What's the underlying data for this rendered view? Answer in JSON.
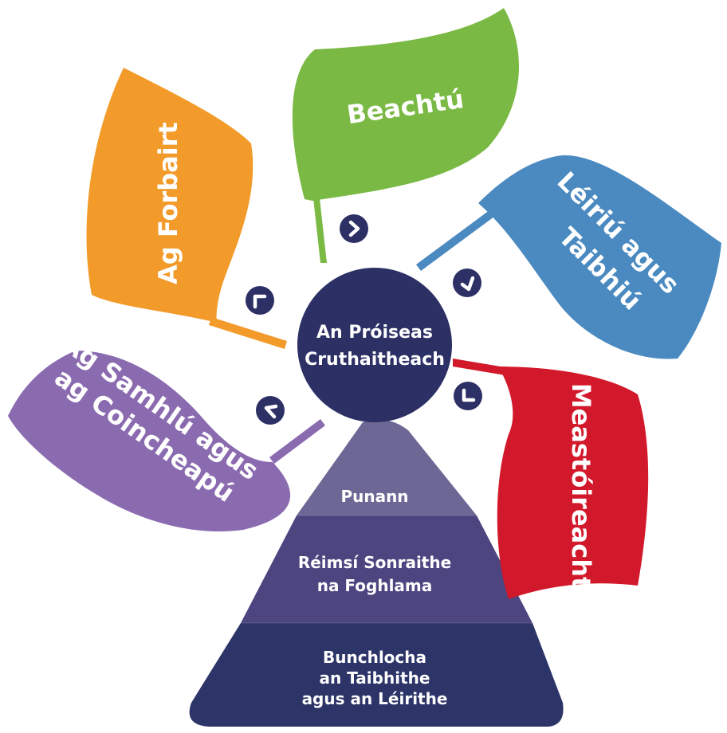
{
  "center": {
    "line1": "An Próiseas",
    "line2": "Cruthaitheach",
    "color": "#2c3065"
  },
  "petals": [
    {
      "id": "beachtu",
      "lines": [
        "Beachtú"
      ],
      "color": "#7ab944"
    },
    {
      "id": "leiriu",
      "lines": [
        "Léiriú agus",
        "Taibhiú"
      ],
      "color": "#4a8ac0"
    },
    {
      "id": "meastoireacht",
      "lines": [
        "Meastóireacht"
      ],
      "color": "#d2192b"
    },
    {
      "id": "samhlu",
      "lines": [
        "Ag Samhlú agus",
        "ag Coincheapú"
      ],
      "color": "#8b6bb0"
    },
    {
      "id": "forbairt",
      "lines": [
        "Ag Forbairt"
      ],
      "color": "#f29b2a"
    }
  ],
  "arrow_icon": "chevron-arrow-icon",
  "arrow_color": "#2c3065",
  "pyramid": {
    "tiers": [
      {
        "lines": [
          "Punann"
        ],
        "color": "#6c6794"
      },
      {
        "lines": [
          "Réimsí Sonraithe",
          "na Foghlama"
        ],
        "color": "#4d4580"
      },
      {
        "lines": [
          "Bunchlocha",
          "an Taibhithe",
          "agus an Léirithe"
        ],
        "color": "#2c3468"
      }
    ]
  }
}
